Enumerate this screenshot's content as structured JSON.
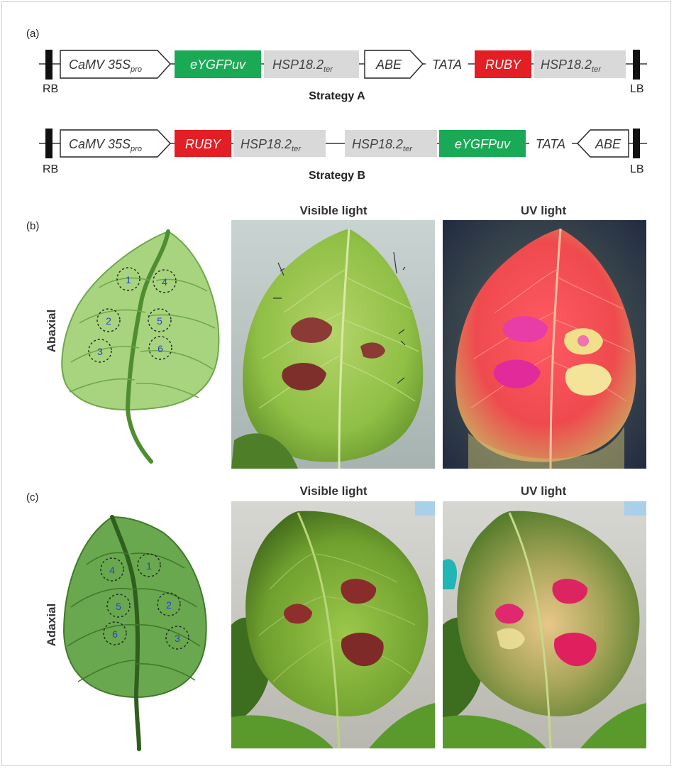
{
  "panels": {
    "a": {
      "label": "(a)",
      "strategy_a": {
        "title": "Strategy A",
        "rb": "RB",
        "lb": "LB",
        "promoter": "CaMV 35S",
        "promoter_sub": "pro",
        "gfp": "eYGFPuv",
        "ter1": "HSP18.2",
        "ter1_sub": "ter",
        "abe": "ABE",
        "tata": "TATA",
        "ruby": "RUBY",
        "ter2": "HSP18.2",
        "ter2_sub": "ter"
      },
      "strategy_b": {
        "title": "Strategy B",
        "rb": "RB",
        "lb": "LB",
        "promoter": "CaMV 35S",
        "promoter_sub": "pro",
        "ruby": "RUBY",
        "ter1": "HSP18.2",
        "ter1_sub": "ter",
        "ter2": "HSP18.2",
        "ter2_sub": "ter",
        "gfp": "eYGFPuv",
        "tata": "TATA",
        "abe": "ABE"
      }
    },
    "b": {
      "label": "(b)",
      "side": "Abaxial",
      "visible_title": "Visible light",
      "uv_title": "UV light",
      "spots": [
        "1",
        "2",
        "3",
        "4",
        "5",
        "6"
      ]
    },
    "c": {
      "label": "(c)",
      "side": "Adaxial",
      "visible_title": "Visible light",
      "uv_title": "UV light",
      "spots": [
        "4",
        "5",
        "6",
        "1",
        "2",
        "3"
      ]
    }
  },
  "colors": {
    "gfp_box": "#1aaa55",
    "ruby_box": "#e31e24",
    "terminator_box": "#d9d9d9",
    "spot_number": "#2a3fd6",
    "leaf_light": "#a9d47f",
    "leaf_dark": "#6aa84f"
  }
}
